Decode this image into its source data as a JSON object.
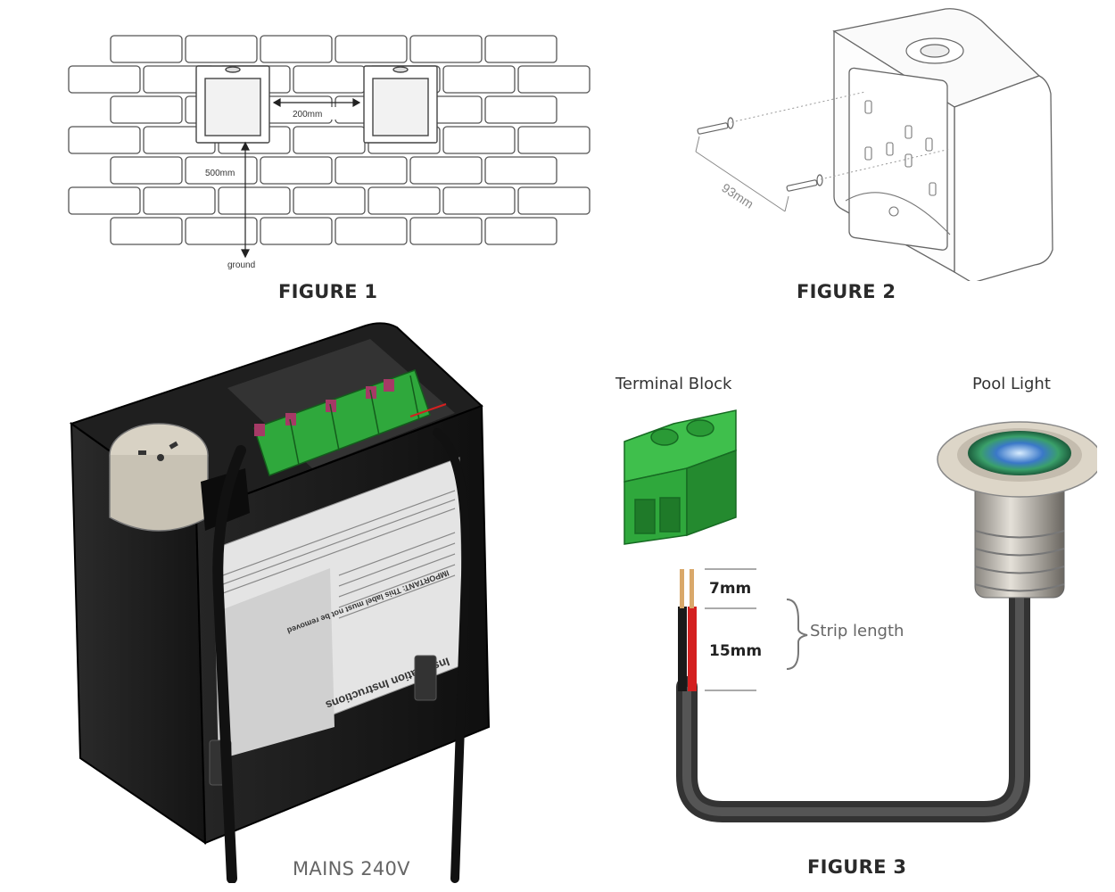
{
  "figure1": {
    "caption": "FIGURE 1",
    "spacing_label": "200mm",
    "height_label": "500mm",
    "ground_label": "ground"
  },
  "figure2": {
    "caption": "FIGURE 2",
    "spacing_label": "93mm"
  },
  "transformer": {
    "mains_label": "MAINS 240V",
    "label_heading": "Installation Instructions",
    "label_important": "IMPORTANT: This label must not be removed"
  },
  "figure3": {
    "caption": "FIGURE 3",
    "terminal_block_label": "Terminal Block",
    "pool_light_label": "Pool Light",
    "strip_7_label": "7mm",
    "strip_15_label": "15mm",
    "strip_length_label": "Strip length"
  },
  "colors": {
    "terminal_green": "#2fa83c",
    "wire_red": "#d42020",
    "housing_black": "#1c1c1c"
  }
}
